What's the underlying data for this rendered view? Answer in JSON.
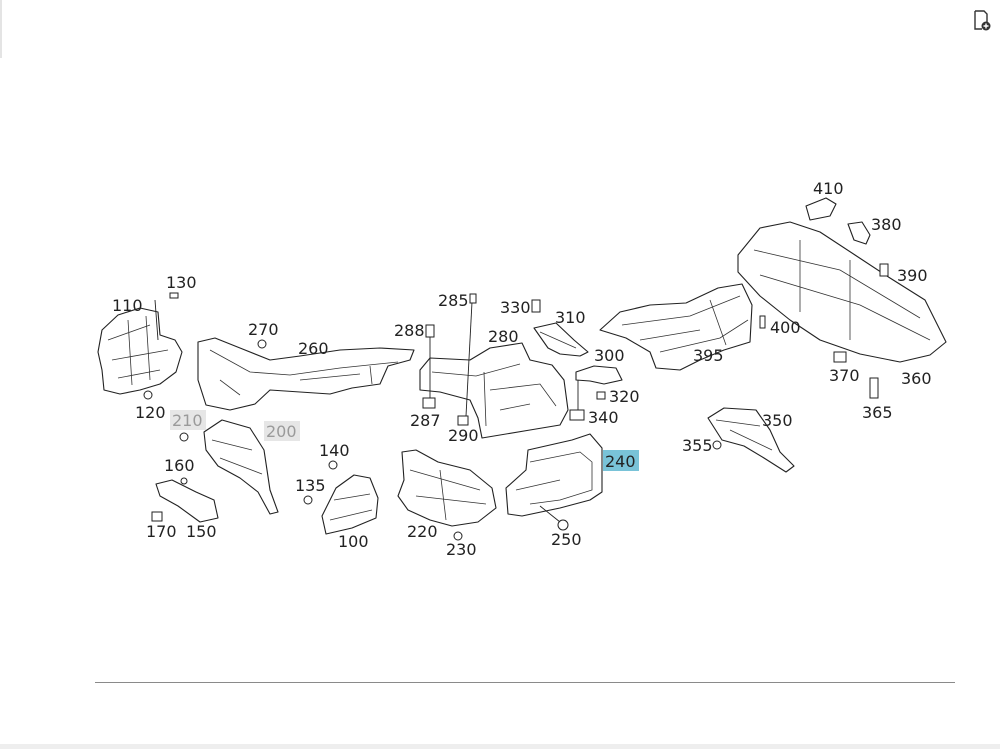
{
  "toolbar": {
    "export_icon": "page-add-icon"
  },
  "diagram": {
    "labels": {
      "l100": "100",
      "l110": "110",
      "l120": "120",
      "l130": "130",
      "l135": "135",
      "l140": "140",
      "l150": "150",
      "l160": "160",
      "l170": "170",
      "l200": "200",
      "l210": "210",
      "l220": "220",
      "l230": "230",
      "l240": "240",
      "l250": "250",
      "l260": "260",
      "l270": "270",
      "l280": "280",
      "l285": "285",
      "l287": "287",
      "l288": "288",
      "l290": "290",
      "l300": "300",
      "l310": "310",
      "l320": "320",
      "l330": "330",
      "l340": "340",
      "l350": "350",
      "l355": "355",
      "l360": "360",
      "l365": "365",
      "l370": "370",
      "l380": "380",
      "l390": "390",
      "l395": "395",
      "l400": "400",
      "l410": "410"
    },
    "highlight_colors": {
      "selected": "#79c3d8",
      "inactive": "#e6e6e6"
    }
  }
}
